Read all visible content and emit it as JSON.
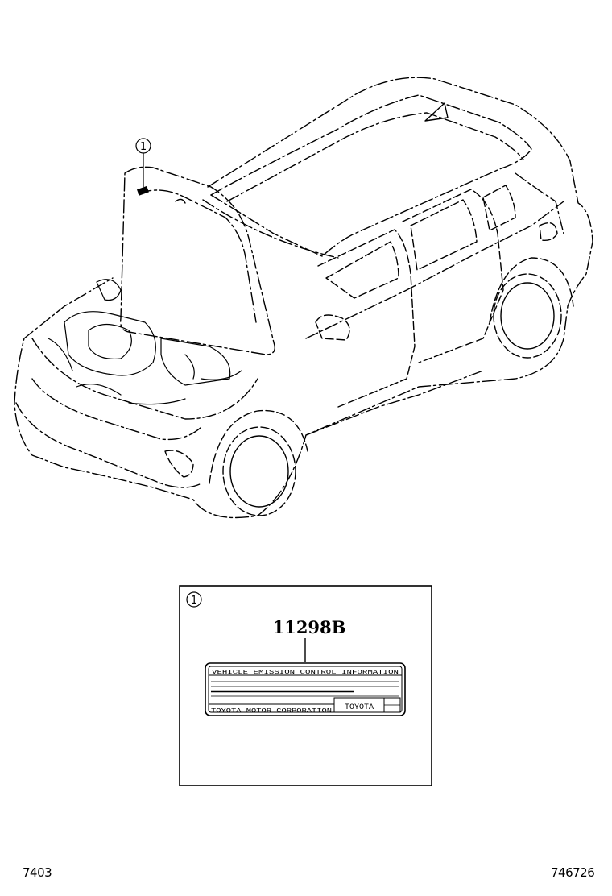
{
  "callout": {
    "number": "1"
  },
  "detail_panel": {
    "callout_number": "1",
    "part_number": "11298B",
    "label": {
      "header": "VEHICLE  EMISSION  CONTROL  INFORMATION",
      "manufacturer": "TOYOTA MOTOR CORPORATION",
      "brand": "TOYOTA"
    }
  },
  "footer": {
    "left_code": "7403",
    "right_code": "746726"
  }
}
